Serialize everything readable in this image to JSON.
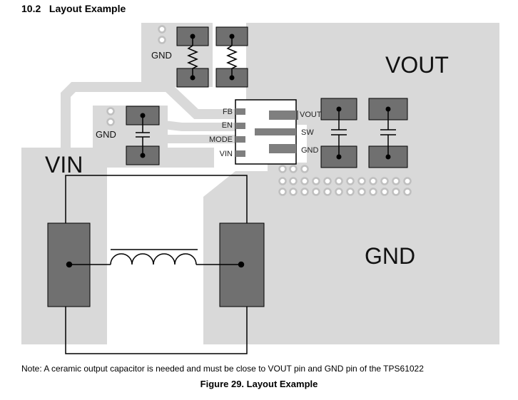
{
  "section": {
    "number": "10.2",
    "title": "Layout Example"
  },
  "labels": {
    "vout": "VOUT",
    "vin": "VIN",
    "gnd_plane": "GND",
    "gnd_top": "GND",
    "gnd_left": "GND"
  },
  "ic_pins": {
    "left": [
      "FB",
      "EN",
      "MODE",
      "VIN"
    ],
    "right": [
      "VOUT",
      "SW",
      "GND"
    ]
  },
  "note": "Note: A ceramic output capacitor is needed and must be close to VOUT pin and GND pin of the TPS61022",
  "caption": "Figure 29.  Layout Example",
  "colors": {
    "copper": "#d9d9d9",
    "pad": "#707070",
    "outline": "#000000"
  }
}
